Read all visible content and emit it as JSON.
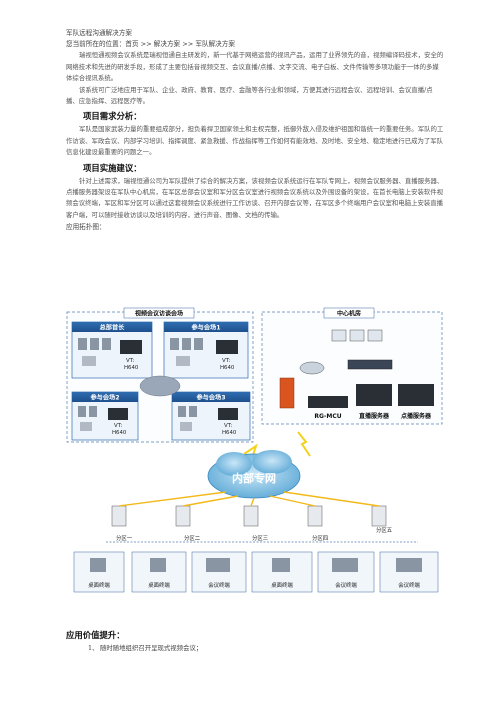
{
  "doc": {
    "title": "军队远程沟通解决方案",
    "breadcrumb": "您当前所在的位置：首页 >> 解决方案 >> 军队解决方案",
    "intro_p1": "瑞视恒通视频会议系统是瑞视恒通自主研发的，新一代基于网络运营的视讯产品，运用了业界领先的音，视频编译码技术，安全的网络技术和先进的研发手段，形成了主要包括音视频交互、会议直播/点播、文字交流、电子白板、文件传输等多项功能于一体的多媒体综合视讯系统。",
    "intro_p2": "该系统可广泛地应用于军队、企业、政府、教育、医疗、金融等各行业和领域，方便其进行远程会议、远程培训、会议直播/点播、应急指挥、远程医疗等。",
    "section1_title": "项目需求分析：",
    "section1_text": "军队是国家武装力量的重要组成部分，担负着捍卫国家领土和主权完整，抵御外敌入侵及维护祖国和谐统一的重要任务。军队的工作访谈、军政会议、内部学习培训、指挥调度、紧急救援、作战指挥等工作如何有能效地、及时地、安全地、稳定地进行已成为了军队信息化建设最重要的问题之一。",
    "section2_title": "项目实施建议：",
    "section2_text": "针对上述需求，瑞视恒通公司为军队提供了综合的解决方案，该视频会议系统运行在军队专网上，视频会议服务器、直播服务器、点播服务器架设在军队中心机房，在军区总部会议室和军分区会议室进行视频会议系统以及外围设备的架设，在首长电脑上安装软件视频会议终端，军区和军分区可以通过这套视频会议系统进行工作访谈、召开内部会议等，在军区多个终端用户会议室和电脑上安装直播客户端，可以随时接收访谈以及培训的内容，进行声音、图像、文档的传输。",
    "topology_label": "应用拓扑图：",
    "section3_title": "应用价值提升：",
    "list": [
      {
        "num": "1、",
        "text": "随时随地组织召开呈现式视频会议；"
      }
    ]
  },
  "diagram": {
    "venue_title": "视频会议访谈会场",
    "sites": [
      "总部首长",
      "参与会场1",
      "参与会场2",
      "参与会场3"
    ],
    "vt_label": "VT:",
    "vt_model": "H640",
    "center_title": "中心机房",
    "servers": [
      "RG-MCU",
      "直播服务器",
      "点播服务器"
    ],
    "network_label": "内部专网",
    "districts": [
      "分区一",
      "分区二",
      "分区三",
      "分区四",
      "分区五"
    ],
    "terminals": [
      "桌面终端",
      "桌面终端",
      "会议终端",
      "桌面终端",
      "会议终端",
      "会议终端"
    ]
  }
}
